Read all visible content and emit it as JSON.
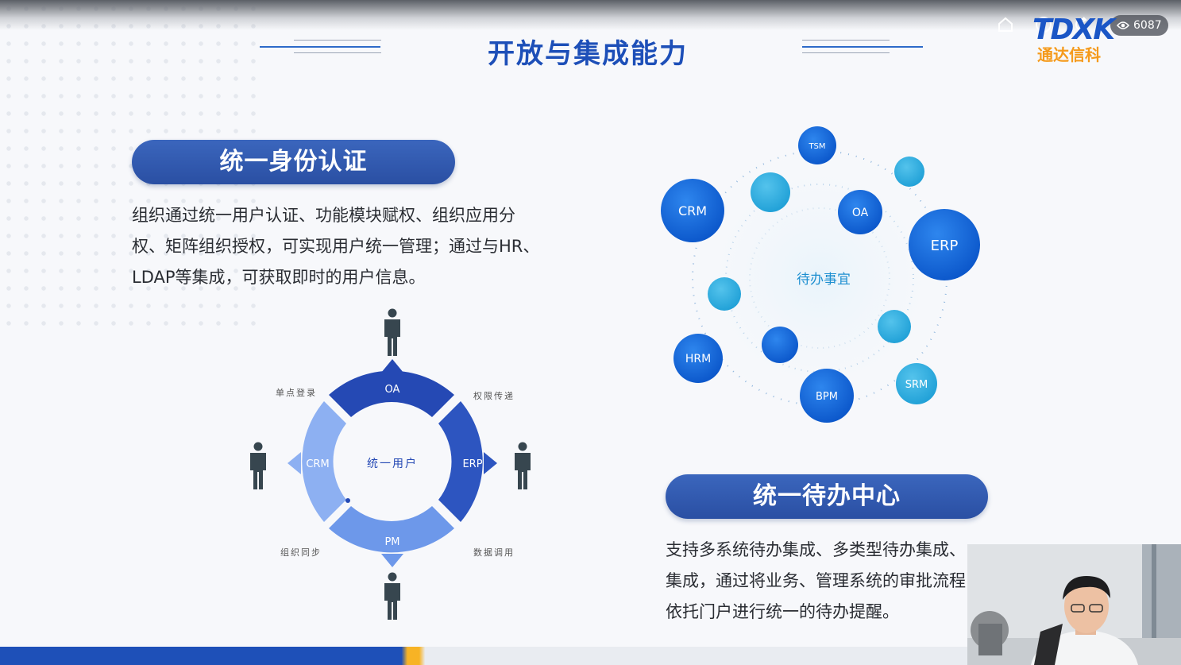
{
  "slide": {
    "title": "开放与集成能力",
    "logo": {
      "mark": "TDXK",
      "name": "通达信科"
    },
    "view_count": "6087"
  },
  "left": {
    "pill": "统一身份认证",
    "paragraph_lines": [
      "组织通过统一用户认证、功能模块赋权、组织应用分",
      "权、矩阵组织授权，可实现用户统一管理；通过与HR、",
      "LDAP等集成，可获取即时的用户信息。"
    ],
    "ring": {
      "center": "统一用户",
      "segments": [
        "OA",
        "ERP",
        "PM",
        "CRM"
      ],
      "corner_labels": [
        "单点登录",
        "权限传递",
        "数据调用",
        "组织同步"
      ]
    }
  },
  "right": {
    "diagram": {
      "center": "待办事宜",
      "nodes": [
        "TSM",
        "CRM",
        "OA",
        "ERP",
        "HRM",
        "BPM",
        "SRM"
      ]
    },
    "pill": "统一待办中心",
    "paragraph_lines": [
      "支持多系统待办集成、多类型待办集成、",
      "集成，通过将业务、管理系统的审批流程",
      "依托门户进行统一的待办提醒。"
    ]
  },
  "colors": {
    "primary": "#1d4fb8",
    "pill": "#2f57ad",
    "ring_dark": "#2448b5",
    "ring_light": "#7ea6ef",
    "node_dark": "#0d63d6",
    "node_cyan": "#27a8dc",
    "accent": "#f7b325"
  }
}
